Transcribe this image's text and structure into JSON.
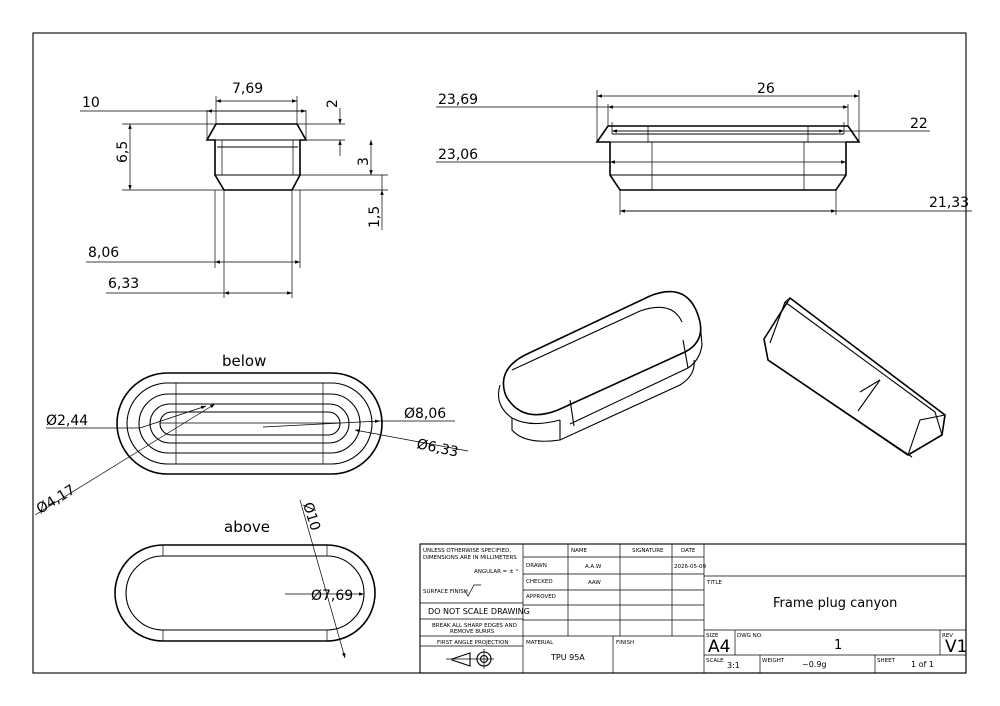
{
  "dimensions": {
    "front": {
      "top_width": "7,69",
      "overall_width": "10",
      "height": "6,5",
      "flange": "2",
      "body": "3",
      "chamfer": "1,5",
      "lower_width": "8,06",
      "bottom_width": "6,33"
    },
    "side": {
      "overall_length": "26",
      "top_length": "23,69",
      "flange_length": "22",
      "mid_length": "23,06",
      "bottom_length": "21,33"
    },
    "below": {
      "label": "below",
      "d_inner_hole": "Ø2,44",
      "d_outer": "Ø8,06",
      "d_mid": "Ø6,33",
      "d_lower": "Ø4,17"
    },
    "above": {
      "label": "above",
      "d_outer": "Ø10",
      "d_inner": "Ø7,69"
    }
  },
  "title_block": {
    "general_notes": [
      "UNLESS OTHERWISE SPECIFIED,",
      "DIMENSIONS ARE IN MILLIMETERS"
    ],
    "angular": "ANGULAR = ± °",
    "surface_finish": "SURFACE FINISH",
    "do_not_scale": "DO NOT SCALE DRAWING",
    "break_edges": [
      "BREAK ALL SHARP EDGES AND",
      "REMOVE BURRS"
    ],
    "projection": "FIRST ANGLE PROJECTION",
    "headers": {
      "name": "NAME",
      "signature": "SIGNATURE",
      "date": "DATE"
    },
    "drawn_label": "DRAWN",
    "drawn_name": "A.A.W",
    "drawn_date": "2026-05-09",
    "checked_label": "CHECKED",
    "checked_name": "AAW",
    "approved_label": "APPROVED",
    "material_label": "MATERIAL",
    "material": "TPU 95A",
    "finish_label": "FINISH",
    "title_label": "TITLE",
    "title": "Frame plug canyon",
    "size_label": "SIZE",
    "size": "A4",
    "dwg_no_label": "DWG NO.",
    "dwg_no": "1",
    "rev_label": "REV",
    "rev": "V1",
    "scale_label": "SCALE",
    "scale": "3:1",
    "weight_label": "WEIGHT",
    "weight": "~0.9g",
    "sheet_label": "SHEET",
    "sheet": "1 of 1"
  }
}
